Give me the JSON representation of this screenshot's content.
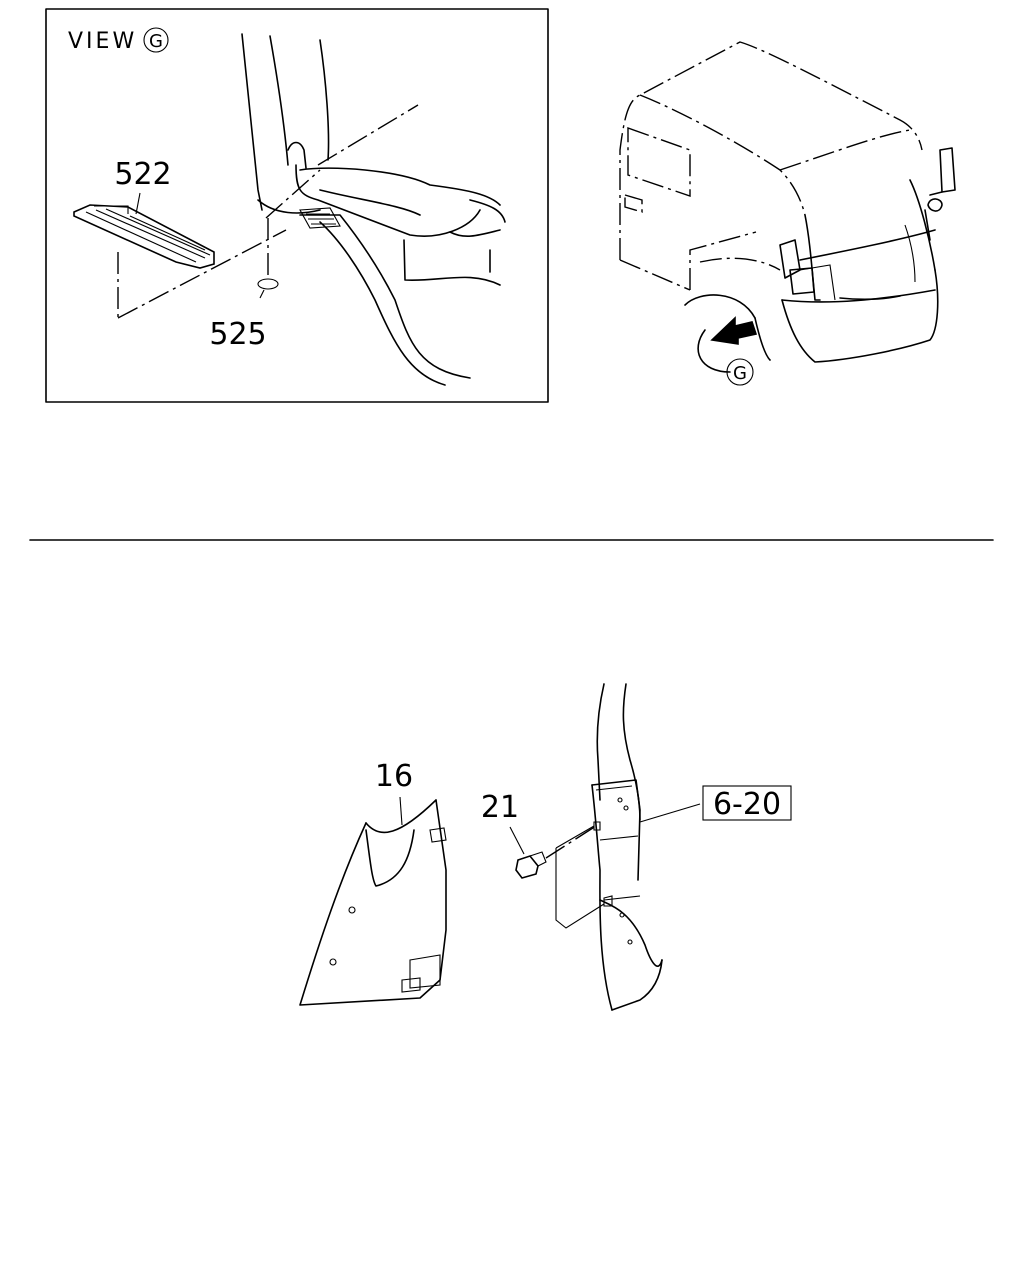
{
  "view_label": "VIEW",
  "view_letter": "G",
  "view_callout_letter": "G",
  "parts": {
    "p522": "522",
    "p525": "525",
    "p16": "16",
    "p21": "21",
    "ref_6_20": "6-20"
  }
}
